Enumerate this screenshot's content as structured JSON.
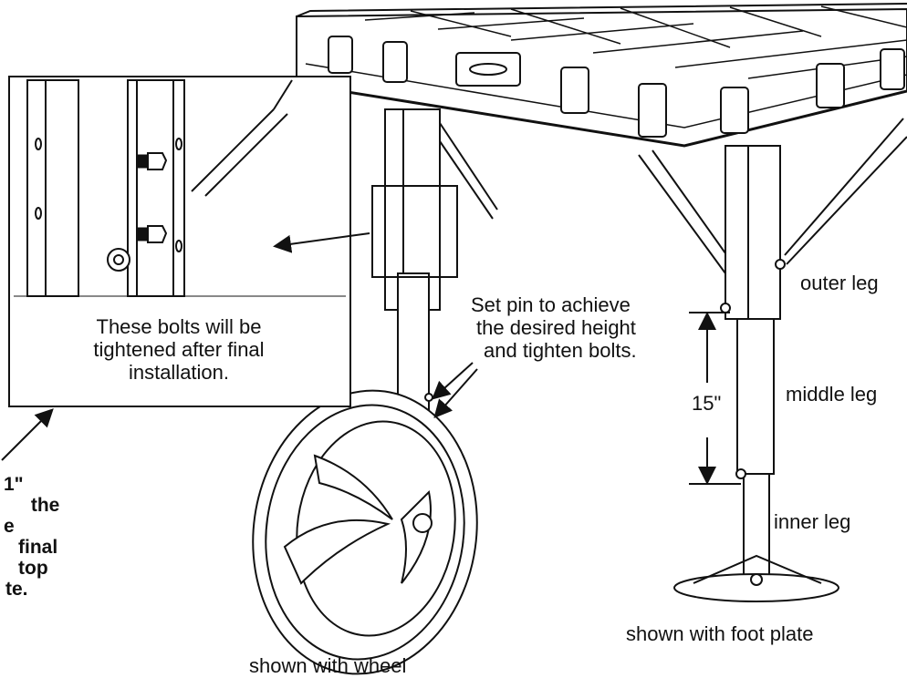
{
  "labels": {
    "callout_note_line1": "These bolts will be",
    "callout_note_line2": "tightened after final",
    "callout_note_line3": "installation.",
    "set_pin_line1": "Set pin to achieve",
    "set_pin_line2": "the desired height",
    "set_pin_line3": "and tighten bolts.",
    "outer_leg": "outer leg",
    "middle_leg": "middle leg",
    "inner_leg": "inner leg",
    "dimension": "15\"",
    "caption_foot": "shown with foot plate",
    "caption_wheel": "shown with wheel"
  },
  "left_note": {
    "line1": "1\"",
    "line2": " the",
    "line3": "e",
    "line4": "final",
    "line5": "top",
    "line6": "te."
  }
}
